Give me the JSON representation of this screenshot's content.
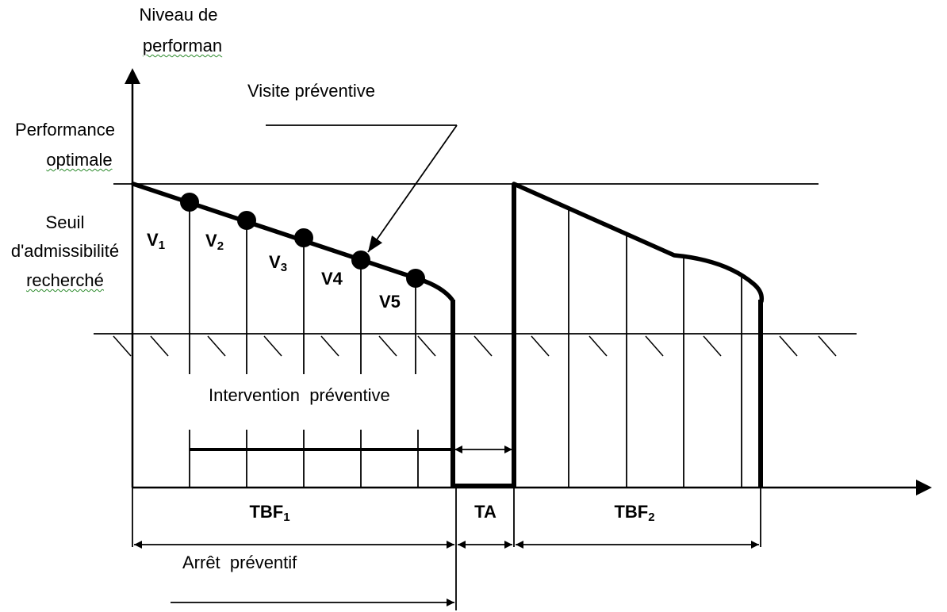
{
  "y_axis": {
    "label_line1": "Niveau de",
    "label_line2": "performan"
  },
  "levels": {
    "optimal_line1": "Performance",
    "optimal_line2": "optimale",
    "threshold_line1": "Seuil",
    "threshold_line2": "d'admissibilité",
    "threshold_line3": "recherché"
  },
  "annotations": {
    "preventive_visit": "Visite préventive",
    "preventive_intervention": "Intervention  préventive",
    "preventive_stop": "Arrêt  préventif"
  },
  "visits": [
    {
      "base": "V",
      "sub": "1"
    },
    {
      "base": "V",
      "sub": "2"
    },
    {
      "base": "V",
      "sub": "3"
    },
    {
      "base": "V4",
      "sub": ""
    },
    {
      "base": "V5",
      "sub": ""
    }
  ],
  "intervals": {
    "tbf1": {
      "base": "TBF",
      "sub": "1"
    },
    "ta": {
      "base": "TA",
      "sub": ""
    },
    "tbf2": {
      "base": "TBF",
      "sub": "2"
    }
  },
  "colors": {
    "ink": "#000000",
    "spell_underline": "#2a8a2a"
  }
}
